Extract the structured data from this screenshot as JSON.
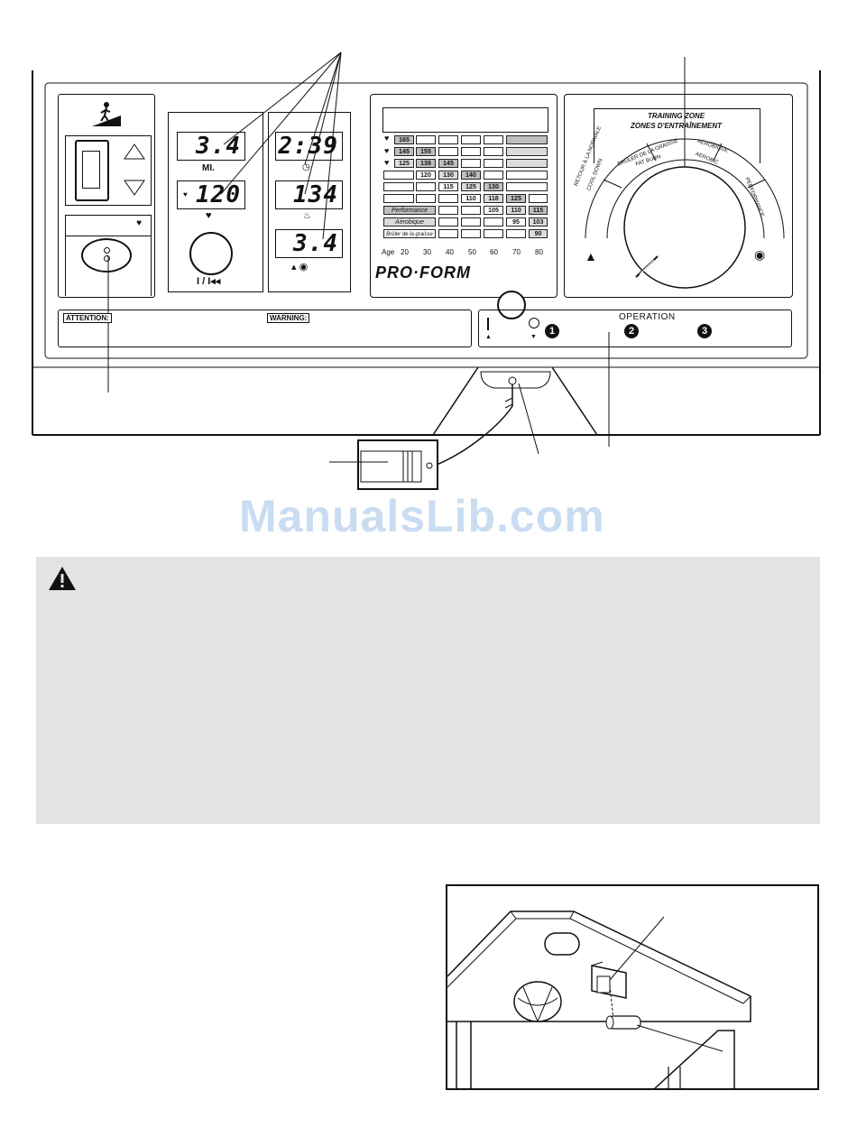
{
  "console": {
    "displays": {
      "distance_value": "3.4",
      "distance_unit": "MI.",
      "pulse_value": "120",
      "time_value": "2:39",
      "calories_value": "134",
      "speed_value": "3.4"
    },
    "start_reset_label": "I / I◂◂",
    "brand": "PRO·FORM",
    "chart": {
      "heart_rows": [
        [
          "165"
        ],
        [
          "145",
          "155"
        ],
        [
          "125",
          "138",
          "145"
        ]
      ],
      "row4": [
        "120",
        "130",
        "140"
      ],
      "row5": [
        "115",
        "125",
        "130"
      ],
      "row6": [
        "110",
        "118",
        "125"
      ],
      "performance_label": "Performance",
      "performance_values": [
        "105",
        "110",
        "115"
      ],
      "aerobique_label": "Aérobique",
      "aerobique_values": [
        "95",
        "103"
      ],
      "bruler_label": "Brûler de la graisse",
      "bruler_values": [
        "90"
      ],
      "age_label": "Age",
      "ages": [
        "20",
        "30",
        "40",
        "50",
        "60",
        "70",
        "80"
      ]
    },
    "training_zone": {
      "title_en": "TRAINING ZONE",
      "title_fr": "ZONES D'ENTRAÎNEMENT",
      "retour": "RETOUR À LA NORMALE",
      "cool_down": "COOL DOWN",
      "bruler": "BRÛLER DE LA GRAISSE",
      "fat_burn": "FAT BURN",
      "aerobique": "AÉROBIQUE",
      "aerobic": "AEROBIC",
      "performance": "PERFORMANCE"
    },
    "attention": "ATTENTION:",
    "warning": "WARNING:",
    "operation": {
      "title": "OPERATION",
      "steps": [
        "1",
        "2",
        "3"
      ]
    }
  },
  "watermark": "ManualsLib.com"
}
